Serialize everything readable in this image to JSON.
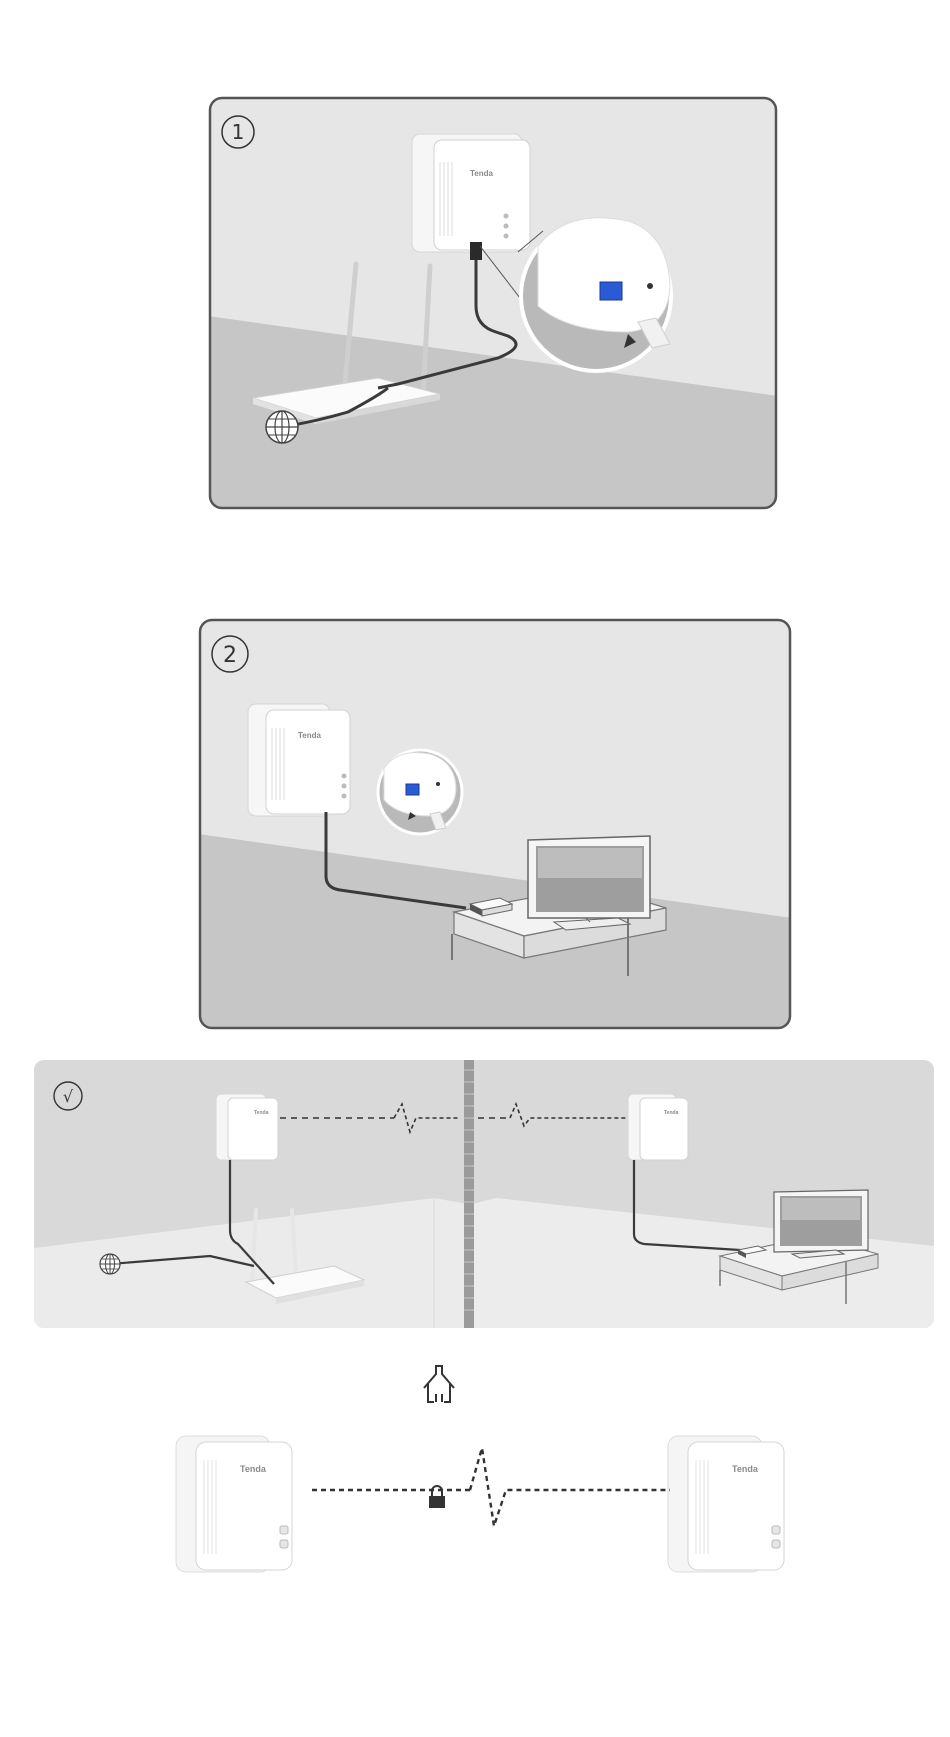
{
  "steps": [
    {
      "number": "1",
      "description": ""
    },
    {
      "number": "2",
      "description": ""
    }
  ],
  "result": {
    "badge": "√"
  },
  "brand": {
    "label": "Tenda"
  },
  "icons": {
    "internet": "globe-icon",
    "home": "home-icon",
    "secure": "lock-icon",
    "badge_check": "check-circle-icon"
  },
  "colors": {
    "panel_border": "#555555",
    "wall": "#e6e6e6",
    "floor": "#c6c6c6",
    "cable": "#3a3a3a",
    "port_blue": "#2a5bd7"
  }
}
